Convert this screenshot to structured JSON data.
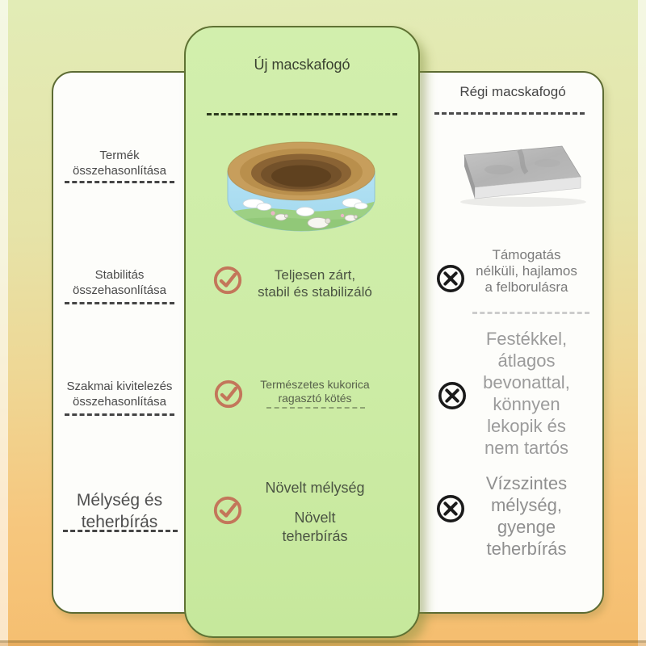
{
  "background": {
    "top_color": "#e2ecb6",
    "mid_color": "#efd693",
    "bottom_color": "#f5bd6e"
  },
  "left_panel": {
    "items": [
      {
        "label": "Termék\nösszehasonlítása"
      },
      {
        "label": "Stabilitás\nösszehasonlítása"
      },
      {
        "label": "Szakmai kivitelezés\nösszehasonlítása"
      },
      {
        "label": "Mélység és\nteherbírás"
      }
    ]
  },
  "new_panel": {
    "title": "Új macskafogó",
    "panel_color": "#cdeca6",
    "check_color": "#c3765a",
    "features": [
      {
        "text": "Teljesen zárt,\nstabil és stabilizáló"
      },
      {
        "text": "Természetes kukorica\nragasztó kötés"
      },
      {
        "text": "Növelt mélység",
        "text2": "Növelt\nteherbírás"
      }
    ]
  },
  "old_panel": {
    "title": "Régi macskafogó",
    "cross_color": "#1a1a1a",
    "features": [
      {
        "text": "Támogatás\nnélküli, hajlamos\na felborulásra"
      },
      {
        "text": "Festékkel,\nátlagos\nbevonattal,\nkönnyen\nlekopik és\nnem tartós"
      },
      {
        "text": "Vízszintes\nmélység,\ngyenge\nteherbírás"
      }
    ]
  }
}
